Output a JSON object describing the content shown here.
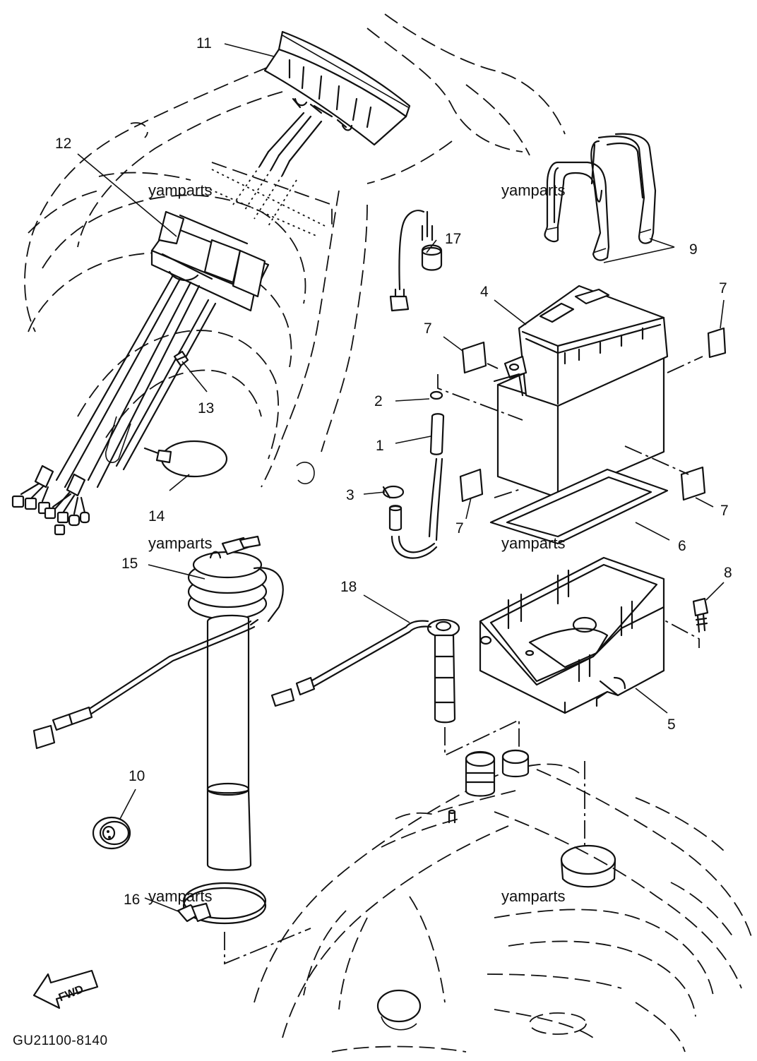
{
  "callouts": {
    "c1": "1",
    "c2": "2",
    "c3": "3",
    "c4": "4",
    "c5": "5",
    "c6": "6",
    "c7a": "7",
    "c7b": "7",
    "c7c": "7",
    "c7d": "7",
    "c8": "8",
    "c9": "9",
    "c10": "10",
    "c11": "11",
    "c12": "12",
    "c13": "13",
    "c14": "14",
    "c15": "15",
    "c16": "16",
    "c17": "17",
    "c18": "18"
  },
  "watermarks": {
    "w1": "yamparts",
    "w2": "yamparts",
    "w3": "yamparts",
    "w4": "yamparts",
    "w5": "yamparts",
    "w6": "yamparts"
  },
  "fwd_label": "FWD",
  "diagram_code": "GU21100-8140"
}
